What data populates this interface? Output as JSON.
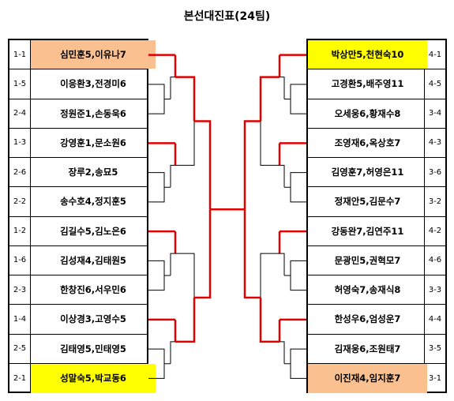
{
  "title": "본선대진표(24팀)",
  "colors": {
    "peach": "#fac090",
    "yellow": "#ffff00",
    "line": "#e00000",
    "bracket": "#000000"
  },
  "left": [
    {
      "seed": "1-1",
      "name": "심민훈5,이유나7",
      "fill": "peach"
    },
    {
      "seed": "1-5",
      "name": "이응환3,전경미6",
      "fill": ""
    },
    {
      "seed": "2-4",
      "name": "정원준1,손동욱6",
      "fill": ""
    },
    {
      "seed": "1-3",
      "name": "강영훈1,문소원6",
      "fill": ""
    },
    {
      "seed": "2-6",
      "name": "장루2,송묘5",
      "fill": ""
    },
    {
      "seed": "2-2",
      "name": "송수호4,정지훈5",
      "fill": ""
    },
    {
      "seed": "1-2",
      "name": "김길수5,김노은6",
      "fill": ""
    },
    {
      "seed": "1-6",
      "name": "김성재4,김태원5",
      "fill": ""
    },
    {
      "seed": "2-3",
      "name": "한창진6,서우민6",
      "fill": ""
    },
    {
      "seed": "1-4",
      "name": "이상경3,고영수5",
      "fill": ""
    },
    {
      "seed": "2-5",
      "name": "김태영5,민태영5",
      "fill": ""
    },
    {
      "seed": "2-1",
      "name": "성말숙5,박교동6",
      "fill": "yellow"
    }
  ],
  "right": [
    {
      "seed": "4-1",
      "name": "박상만5,천현숙10",
      "fill": "yellow"
    },
    {
      "seed": "4-5",
      "name": "고경환5,배주영11",
      "fill": ""
    },
    {
      "seed": "3-4",
      "name": "오세웅6,황재수8",
      "fill": ""
    },
    {
      "seed": "4-3",
      "name": "조영재6,옥상호7",
      "fill": ""
    },
    {
      "seed": "3-6",
      "name": "김영훈7,허영은11",
      "fill": ""
    },
    {
      "seed": "3-2",
      "name": "정재안5,김문수7",
      "fill": ""
    },
    {
      "seed": "4-2",
      "name": "강동완7,김연주11",
      "fill": ""
    },
    {
      "seed": "4-6",
      "name": "문광민5,권혁모7",
      "fill": ""
    },
    {
      "seed": "3-3",
      "name": "허영숙7,송재식8",
      "fill": ""
    },
    {
      "seed": "4-4",
      "name": "한성우6,엄성운7",
      "fill": ""
    },
    {
      "seed": "3-5",
      "name": "김재웅6,조원태7",
      "fill": ""
    },
    {
      "seed": "3-1",
      "name": "이진재4,임지훈7",
      "fill": "peach"
    }
  ]
}
